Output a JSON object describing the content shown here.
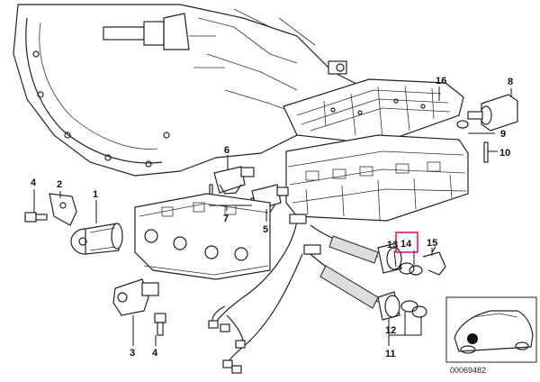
{
  "diagram": {
    "reference_code": "00069482",
    "highlighted_callout": "14",
    "highlight_color": "#e0006e",
    "callouts": [
      {
        "id": "c1",
        "label": "1"
      },
      {
        "id": "c2",
        "label": "2"
      },
      {
        "id": "c3",
        "label": "3"
      },
      {
        "id": "c4a",
        "label": "4"
      },
      {
        "id": "c4b",
        "label": "4"
      },
      {
        "id": "c5",
        "label": "5"
      },
      {
        "id": "c6",
        "label": "6"
      },
      {
        "id": "c7",
        "label": "7"
      },
      {
        "id": "c8",
        "label": "8"
      },
      {
        "id": "c9",
        "label": "9"
      },
      {
        "id": "c10",
        "label": "10"
      },
      {
        "id": "c11",
        "label": "11"
      },
      {
        "id": "c12",
        "label": "12"
      },
      {
        "id": "c13",
        "label": "13"
      },
      {
        "id": "c14",
        "label": "14"
      },
      {
        "id": "c15",
        "label": "15"
      },
      {
        "id": "c16",
        "label": "16"
      }
    ]
  }
}
